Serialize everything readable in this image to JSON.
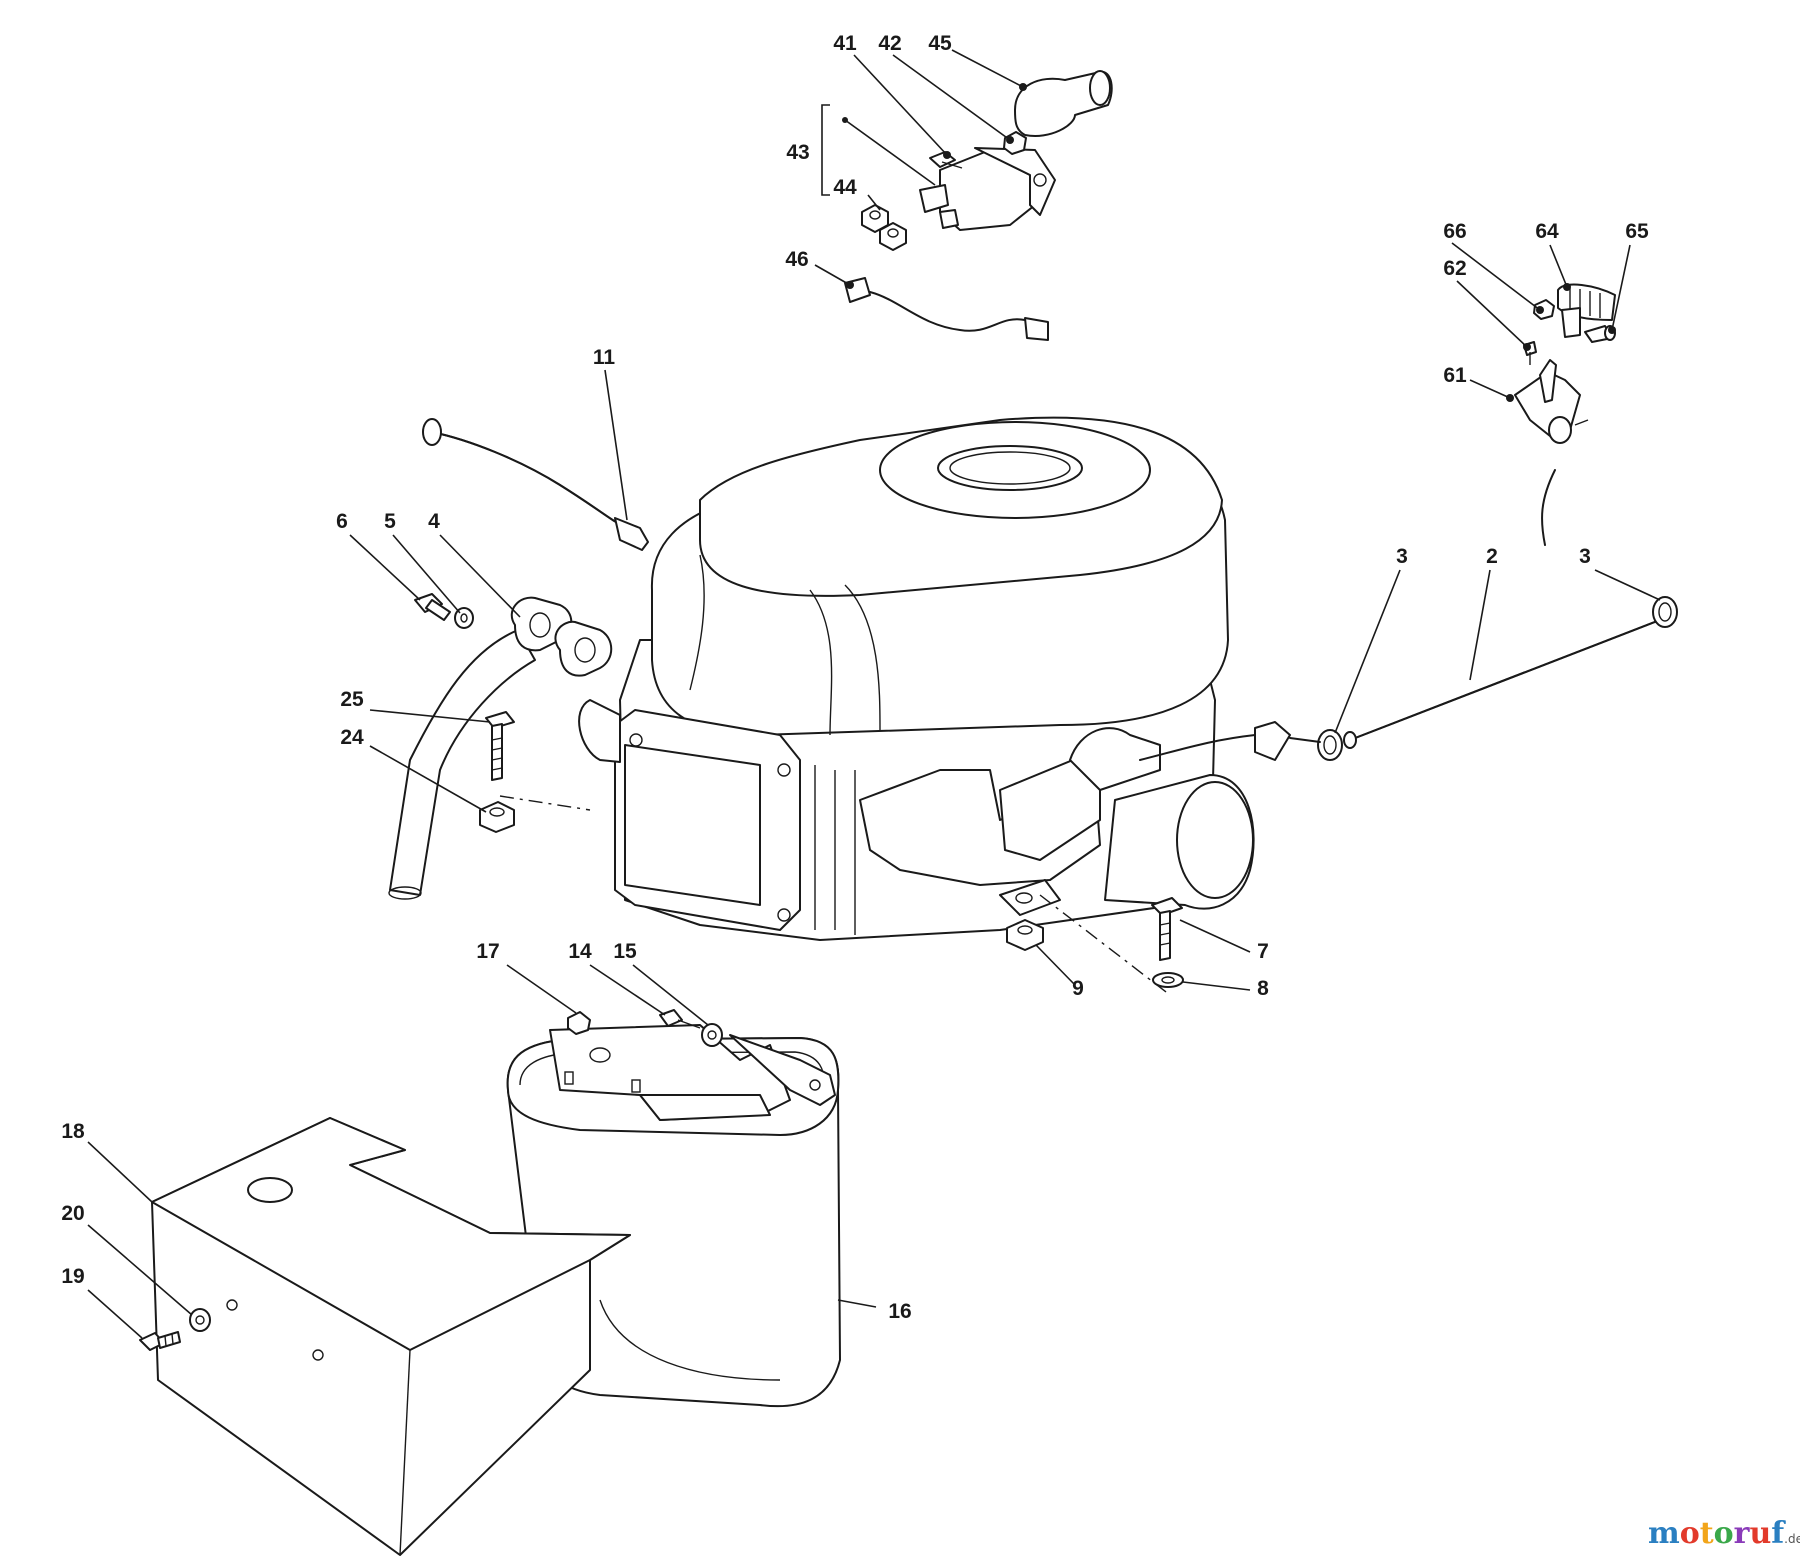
{
  "callouts": {
    "c41": "41",
    "c42": "42",
    "c45": "45",
    "c43": "43",
    "c44": "44",
    "c46": "46",
    "c66": "66",
    "c64": "64",
    "c65": "65",
    "c62": "62",
    "c61": "61",
    "c11": "11",
    "c6": "6",
    "c5": "5",
    "c4": "4",
    "c25": "25",
    "c24": "24",
    "c3a": "3",
    "c2": "2",
    "c3b": "3",
    "c7": "7",
    "c9": "9",
    "c8": "8",
    "c17": "17",
    "c14": "14",
    "c15": "15",
    "c18": "18",
    "c20": "20",
    "c19": "19",
    "c16": "16"
  },
  "watermark": {
    "letters": [
      "m",
      "o",
      "t",
      "o",
      "r",
      "u",
      "f"
    ],
    "letter_colors": [
      "#2a7fc1",
      "#e23a2b",
      "#f2a51a",
      "#3aa84a",
      "#8a3ab9",
      "#e23a2b",
      "#2a7fc1"
    ],
    "suffix": ".de"
  }
}
